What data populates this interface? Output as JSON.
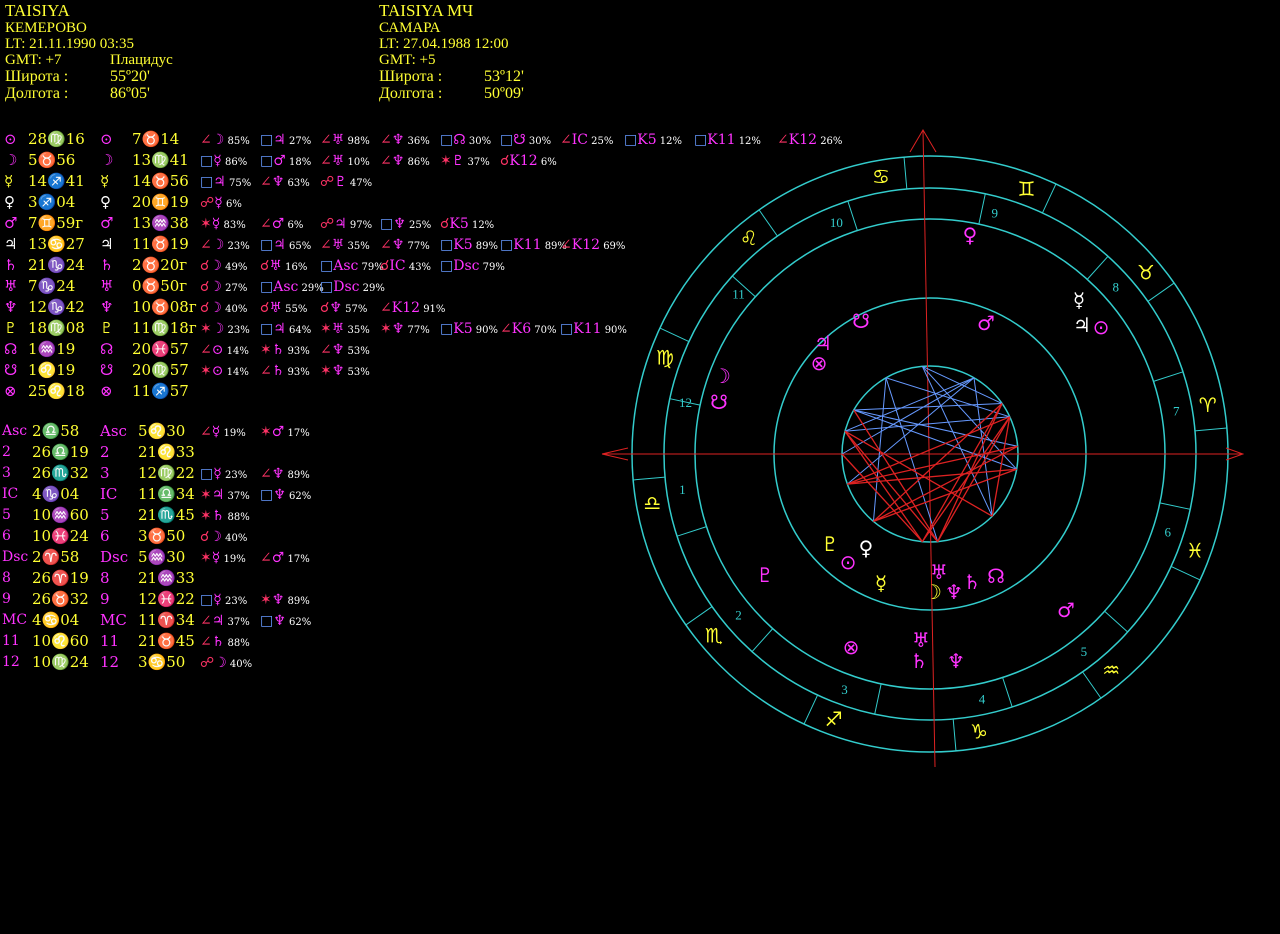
{
  "chart_left": {
    "name": "TAISIYA",
    "city": "КЕМЕРОВО",
    "lt": "LT: 21.11.1990  03:35",
    "gmt": "GMT: +7",
    "system": "Плацидус",
    "lat_label": "Широта :",
    "lat_value": "55º20'",
    "lon_label": "Долгота :",
    "lon_value": "86º05'"
  },
  "chart_right": {
    "name": "TAISIYA МЧ",
    "city": "САМАРА",
    "lt": "LT: 27.04.1988  12:00",
    "gmt": "GMT: +5",
    "lat_label": "Широта :",
    "lat_value": "53º12'",
    "lon_label": "Долгота :",
    "lon_value": "50º09'"
  },
  "planets": [
    {
      "g1": "⊙",
      "c1": "m",
      "p1": "28♍16",
      "g2": "⊙",
      "p2": "7♉14",
      "asp": [
        [
          "∠☽",
          "85%"
        ],
        [
          "□♃",
          "27%"
        ],
        [
          "∠♅",
          "98%"
        ],
        [
          "∠♆",
          "36%"
        ],
        [
          "□☊",
          "30%"
        ],
        [
          "□☋",
          "30%"
        ],
        [
          "∠IC",
          "25%"
        ],
        [
          "□K5",
          "12%"
        ],
        [
          "□K11",
          "12%"
        ],
        [
          "∠K12",
          "26%"
        ]
      ]
    },
    {
      "g1": "☽",
      "c1": "m",
      "p1": "5♉56",
      "g2": "☽",
      "p2": "13♍41",
      "asp": [
        [
          "□☿",
          "86%"
        ],
        [
          "□♂",
          "18%"
        ],
        [
          "∠♅",
          "10%"
        ],
        [
          "∠♆",
          "86%"
        ],
        [
          "✶♇",
          "37%"
        ],
        [
          "☌K12",
          "6%"
        ]
      ]
    },
    {
      "g1": "☿",
      "c1": "y",
      "p1": "14♐41",
      "g2": "☿",
      "p2": "14♉56",
      "asp": [
        [
          "□♃",
          "75%"
        ],
        [
          "∠♆",
          "63%"
        ],
        [
          "☍♇",
          "47%"
        ]
      ]
    },
    {
      "g1": "♀",
      "c1": "w",
      "p1": "3♐04",
      "g2": "♀",
      "p2": "20♊19",
      "asp": [
        [
          "☍☿",
          "6%"
        ]
      ]
    },
    {
      "g1": "♂",
      "c1": "m",
      "p1": "7♊59г",
      "g2": "♂",
      "p2": "13♒38",
      "asp": [
        [
          "✶☿",
          "83%"
        ],
        [
          "∠♂",
          "6%"
        ],
        [
          "☍♃",
          "97%"
        ],
        [
          "□♆",
          "25%"
        ],
        [
          "☌K5",
          "12%"
        ]
      ]
    },
    {
      "g1": "♃",
      "c1": "w",
      "p1": "13♋27",
      "g2": "♃",
      "p2": "11♉19",
      "asp": [
        [
          "∠☽",
          "23%"
        ],
        [
          "□♃",
          "65%"
        ],
        [
          "∠♅",
          "35%"
        ],
        [
          "∠♆",
          "77%"
        ],
        [
          "□K5",
          "89%"
        ],
        [
          "□K11",
          "89%"
        ],
        [
          "∠K12",
          "69%"
        ]
      ]
    },
    {
      "g1": "♄",
      "c1": "m",
      "p1": "21♑24",
      "g2": "♄",
      "p2": "2♉20г",
      "asp": [
        [
          "☌☽",
          "49%"
        ],
        [
          "☌♅",
          "16%"
        ],
        [
          "□Asc",
          "79%"
        ],
        [
          "☌IC",
          "43%"
        ],
        [
          "□Dsc",
          "79%"
        ]
      ]
    },
    {
      "g1": "♅",
      "c1": "m",
      "p1": "7♑24",
      "g2": "♅",
      "p2": "0♉50г",
      "asp": [
        [
          "☌☽",
          "27%"
        ],
        [
          "□Asc",
          "29%"
        ],
        [
          "□Dsc",
          "29%"
        ]
      ]
    },
    {
      "g1": "♆",
      "c1": "m",
      "p1": "12♑42",
      "g2": "♆",
      "p2": "10♉08г",
      "asp": [
        [
          "☌☽",
          "40%"
        ],
        [
          "☌♅",
          "55%"
        ],
        [
          "☌♆",
          "57%"
        ],
        [
          "∠K12",
          "91%"
        ]
      ]
    },
    {
      "g1": "♇",
      "c1": "y",
      "p1": "18♍08",
      "g2": "♇",
      "p2": "11♍18г",
      "asp": [
        [
          "✶☽",
          "23%"
        ],
        [
          "□♃",
          "64%"
        ],
        [
          "✶♅",
          "35%"
        ],
        [
          "✶♆",
          "77%"
        ],
        [
          "□K5",
          "90%"
        ],
        [
          "∠K6",
          "70%"
        ],
        [
          "□K11",
          "90%"
        ]
      ]
    },
    {
      "g1": "☊",
      "c1": "m",
      "p1": "1♒19",
      "g2": "☊",
      "p2": "20♓57",
      "asp": [
        [
          "∠⊙",
          "14%"
        ],
        [
          "✶♄",
          "93%"
        ],
        [
          "∠♆",
          "53%"
        ]
      ]
    },
    {
      "g1": "☋",
      "c1": "m",
      "p1": "1♌19",
      "g2": "☋",
      "p2": "20♍57",
      "asp": [
        [
          "✶⊙",
          "14%"
        ],
        [
          "∠♄",
          "93%"
        ],
        [
          "✶♆",
          "53%"
        ]
      ]
    },
    {
      "g1": "⊗",
      "c1": "m",
      "p1": "25♌18",
      "g2": "⊗",
      "p2": "11♐57",
      "asp": []
    }
  ],
  "houses": [
    {
      "l1": "Asc",
      "p1": "2♎58",
      "l2": "Asc",
      "p2": "5♌30",
      "asp": [
        [
          "∠☿",
          "19%"
        ],
        [
          "✶♂",
          "17%"
        ]
      ]
    },
    {
      "l1": "2",
      "p1": "26♎19",
      "l2": "2",
      "p2": "21♌33",
      "asp": []
    },
    {
      "l1": "3",
      "p1": "26♏32",
      "l2": "3",
      "p2": "12♍22",
      "asp": [
        [
          "□☿",
          "23%"
        ],
        [
          "∠♆",
          "89%"
        ]
      ]
    },
    {
      "l1": "IC",
      "p1": "4♑04",
      "l2": "IC",
      "p2": "11♎34",
      "asp": [
        [
          "✶♃",
          "37%"
        ],
        [
          "□♆",
          "62%"
        ]
      ]
    },
    {
      "l1": "5",
      "p1": "10♒60",
      "l2": "5",
      "p2": "21♏45",
      "asp": [
        [
          "✶♄",
          "88%"
        ]
      ]
    },
    {
      "l1": "6",
      "p1": "10♓24",
      "l2": "6",
      "p2": "3♉50",
      "asp": [
        [
          "☌☽",
          "40%"
        ]
      ]
    },
    {
      "l1": "Dsc",
      "p1": "2♈58",
      "l2": "Dsc",
      "p2": "5♒30",
      "asp": [
        [
          "✶☿",
          "19%"
        ],
        [
          "∠♂",
          "17%"
        ]
      ]
    },
    {
      "l1": "8",
      "p1": "26♈19",
      "l2": "8",
      "p2": "21♒33",
      "asp": []
    },
    {
      "l1": "9",
      "p1": "26♉32",
      "l2": "9",
      "p2": "12♓22",
      "asp": [
        [
          "□☿",
          "23%"
        ],
        [
          "✶♆",
          "89%"
        ]
      ]
    },
    {
      "l1": "MC",
      "p1": "4♋04",
      "l2": "MC",
      "p2": "11♈34",
      "asp": [
        [
          "∠♃",
          "37%"
        ],
        [
          "□♆",
          "62%"
        ]
      ]
    },
    {
      "l1": "11",
      "p1": "10♌60",
      "l2": "11",
      "p2": "21♉45",
      "asp": [
        [
          "∠♄",
          "88%"
        ]
      ]
    },
    {
      "l1": "12",
      "p1": "10♍24",
      "l2": "12",
      "p2": "3♋50",
      "asp": [
        [
          "☍☽",
          "40%"
        ]
      ]
    }
  ],
  "wheel": {
    "signs": [
      "♋",
      "♊",
      "♉",
      "♈",
      "♓",
      "♒",
      "♑",
      "♐",
      "♏",
      "♎",
      "♍",
      "♌"
    ],
    "house_numbers": [
      "10",
      "9",
      "8",
      "7",
      "6",
      "5",
      "4",
      "3",
      "2",
      "1",
      "12",
      "11"
    ],
    "inner_planets": [
      "♀",
      "☿",
      "♃",
      "⊙",
      "♂",
      "☋",
      "♃",
      "⊗",
      "☽",
      "☋",
      "♇",
      "⊙",
      "♀",
      "♇",
      "☿",
      "♅",
      "☽",
      "♆",
      "♄",
      "☊",
      "♂",
      "⊗",
      "♅",
      "♄",
      "♆"
    ]
  },
  "colors": {
    "yellow": "#ffff33",
    "magenta": "#ff33ff",
    "cyan": "#33cccc",
    "red": "#dd2222",
    "blue": "#6699ff"
  }
}
